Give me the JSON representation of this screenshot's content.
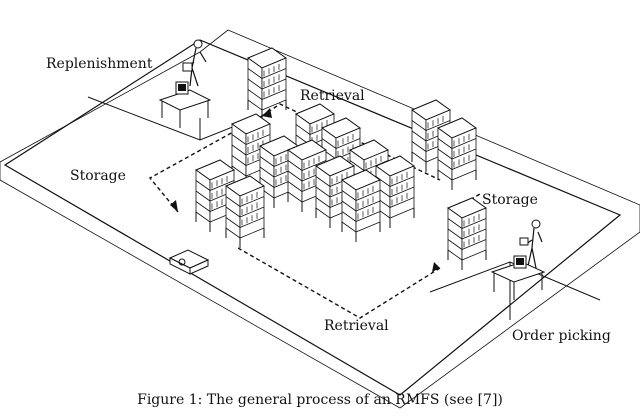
{
  "labels": {
    "replenishment": "Replenishment",
    "retrieval_top": "Retrieval",
    "storage_left": "Storage",
    "storage_right": "Storage",
    "retrieval_bottom": "Retrieval",
    "order_picking": "Order picking"
  },
  "caption": "Figure 1: The general process of an RMFS (see [7])",
  "colors": {
    "ink": "#111111",
    "paper": "#ffffff"
  }
}
